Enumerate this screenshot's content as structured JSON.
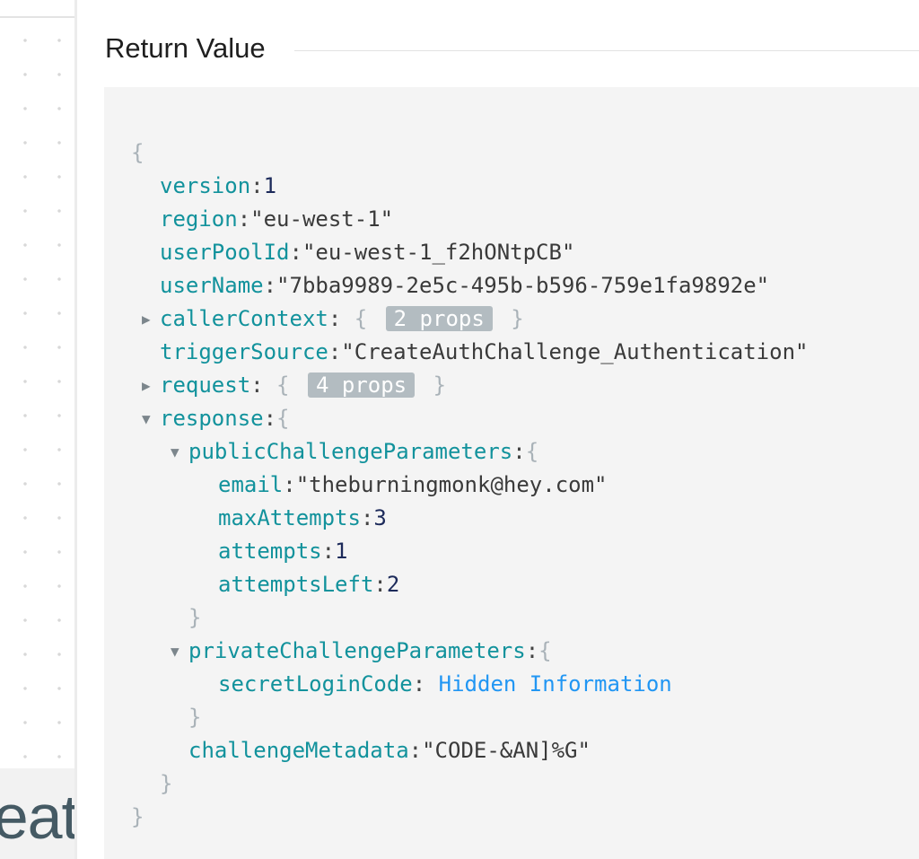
{
  "sidebar": {
    "partial_heading": "eat"
  },
  "section": {
    "title": "Return Value"
  },
  "json": {
    "open": "{",
    "close": "}",
    "version": {
      "key": "version",
      "value": "1"
    },
    "region": {
      "key": "region",
      "value": "\"eu-west-1\""
    },
    "userPoolId": {
      "key": "userPoolId",
      "value": "\"eu-west-1_f2hONtpCB\""
    },
    "userName": {
      "key": "userName",
      "value": "\"7bba9989-2e5c-495b-b596-759e1fa9892e\""
    },
    "callerContext": {
      "key": "callerContext",
      "badge": "2 props",
      "expanded": false
    },
    "triggerSource": {
      "key": "triggerSource",
      "value": "\"CreateAuthChallenge_Authentication\""
    },
    "request": {
      "key": "request",
      "badge": "4 props",
      "expanded": false
    },
    "response": {
      "key": "response",
      "expanded": true,
      "publicChallengeParameters": {
        "key": "publicChallengeParameters",
        "email": {
          "key": "email",
          "value": "\"theburningmonk@hey.com\""
        },
        "maxAttempts": {
          "key": "maxAttempts",
          "value": "3"
        },
        "attempts": {
          "key": "attempts",
          "value": "1"
        },
        "attemptsLeft": {
          "key": "attemptsLeft",
          "value": "2"
        }
      },
      "privateChallengeParameters": {
        "key": "privateChallengeParameters",
        "secretLoginCode": {
          "key": "secretLoginCode",
          "value": "Hidden Information"
        }
      },
      "challengeMetadata": {
        "key": "challengeMetadata",
        "value": "\"CODE-&AN]%G\""
      }
    },
    "colors": {
      "key": "#12929c",
      "number": "#1c2a5a",
      "hidden": "#2196f3",
      "badge": "#b3bcc1"
    }
  }
}
